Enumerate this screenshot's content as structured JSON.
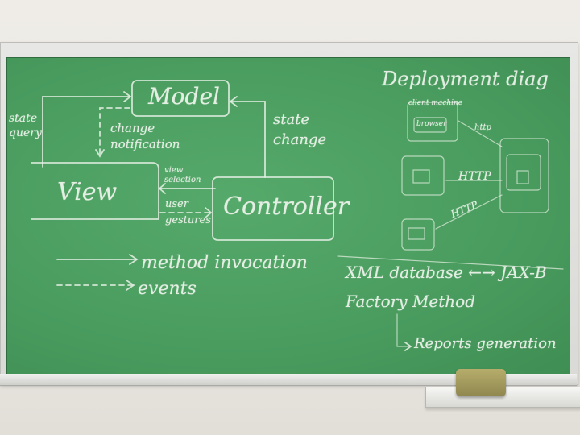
{
  "mvc": {
    "model": "Model",
    "view": "View",
    "controller": "Controller",
    "state_query": "state query",
    "state_change": "state change",
    "change_notification": "change notification",
    "view_selection": "view selection",
    "user_gestures": "user gestures"
  },
  "legend": {
    "method_invocation": "method invocation",
    "events": "events"
  },
  "deployment": {
    "title": "Deployment diag",
    "client_machine": "client machine",
    "browser": "browser",
    "http_1": "http",
    "http_2": "HTTP",
    "http_3": "HTTP"
  },
  "notes": {
    "xml_line": "XML database ←→ JAX-B",
    "factory_line": "Factory Method",
    "reports_line": "Reports generation"
  }
}
